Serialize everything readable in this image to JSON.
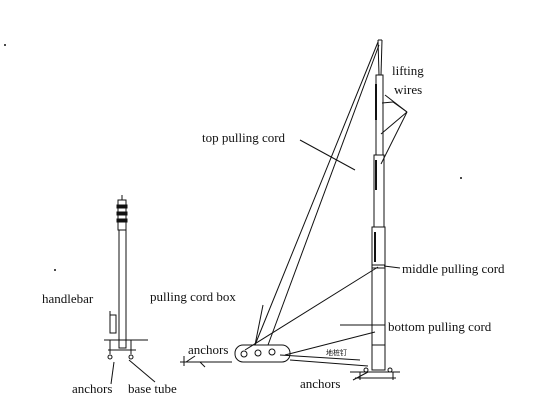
{
  "labels": {
    "lifting_wires_1": "lifting",
    "lifting_wires_2": "wires",
    "top_pulling_cord": "top pulling cord",
    "middle_pulling_cord": "middle pulling cord",
    "bottom_pulling_cord": "bottom pulling cord",
    "pulling_cord_box": "pulling cord box",
    "handlebar": "handlebar",
    "anchors_center": "anchors",
    "anchors_left": "anchors",
    "anchors_bottom": "anchors",
    "base_tube": "base tube",
    "stake_note": "地桩钉"
  },
  "colors": {
    "line": "#111111",
    "background": "#ffffff"
  }
}
